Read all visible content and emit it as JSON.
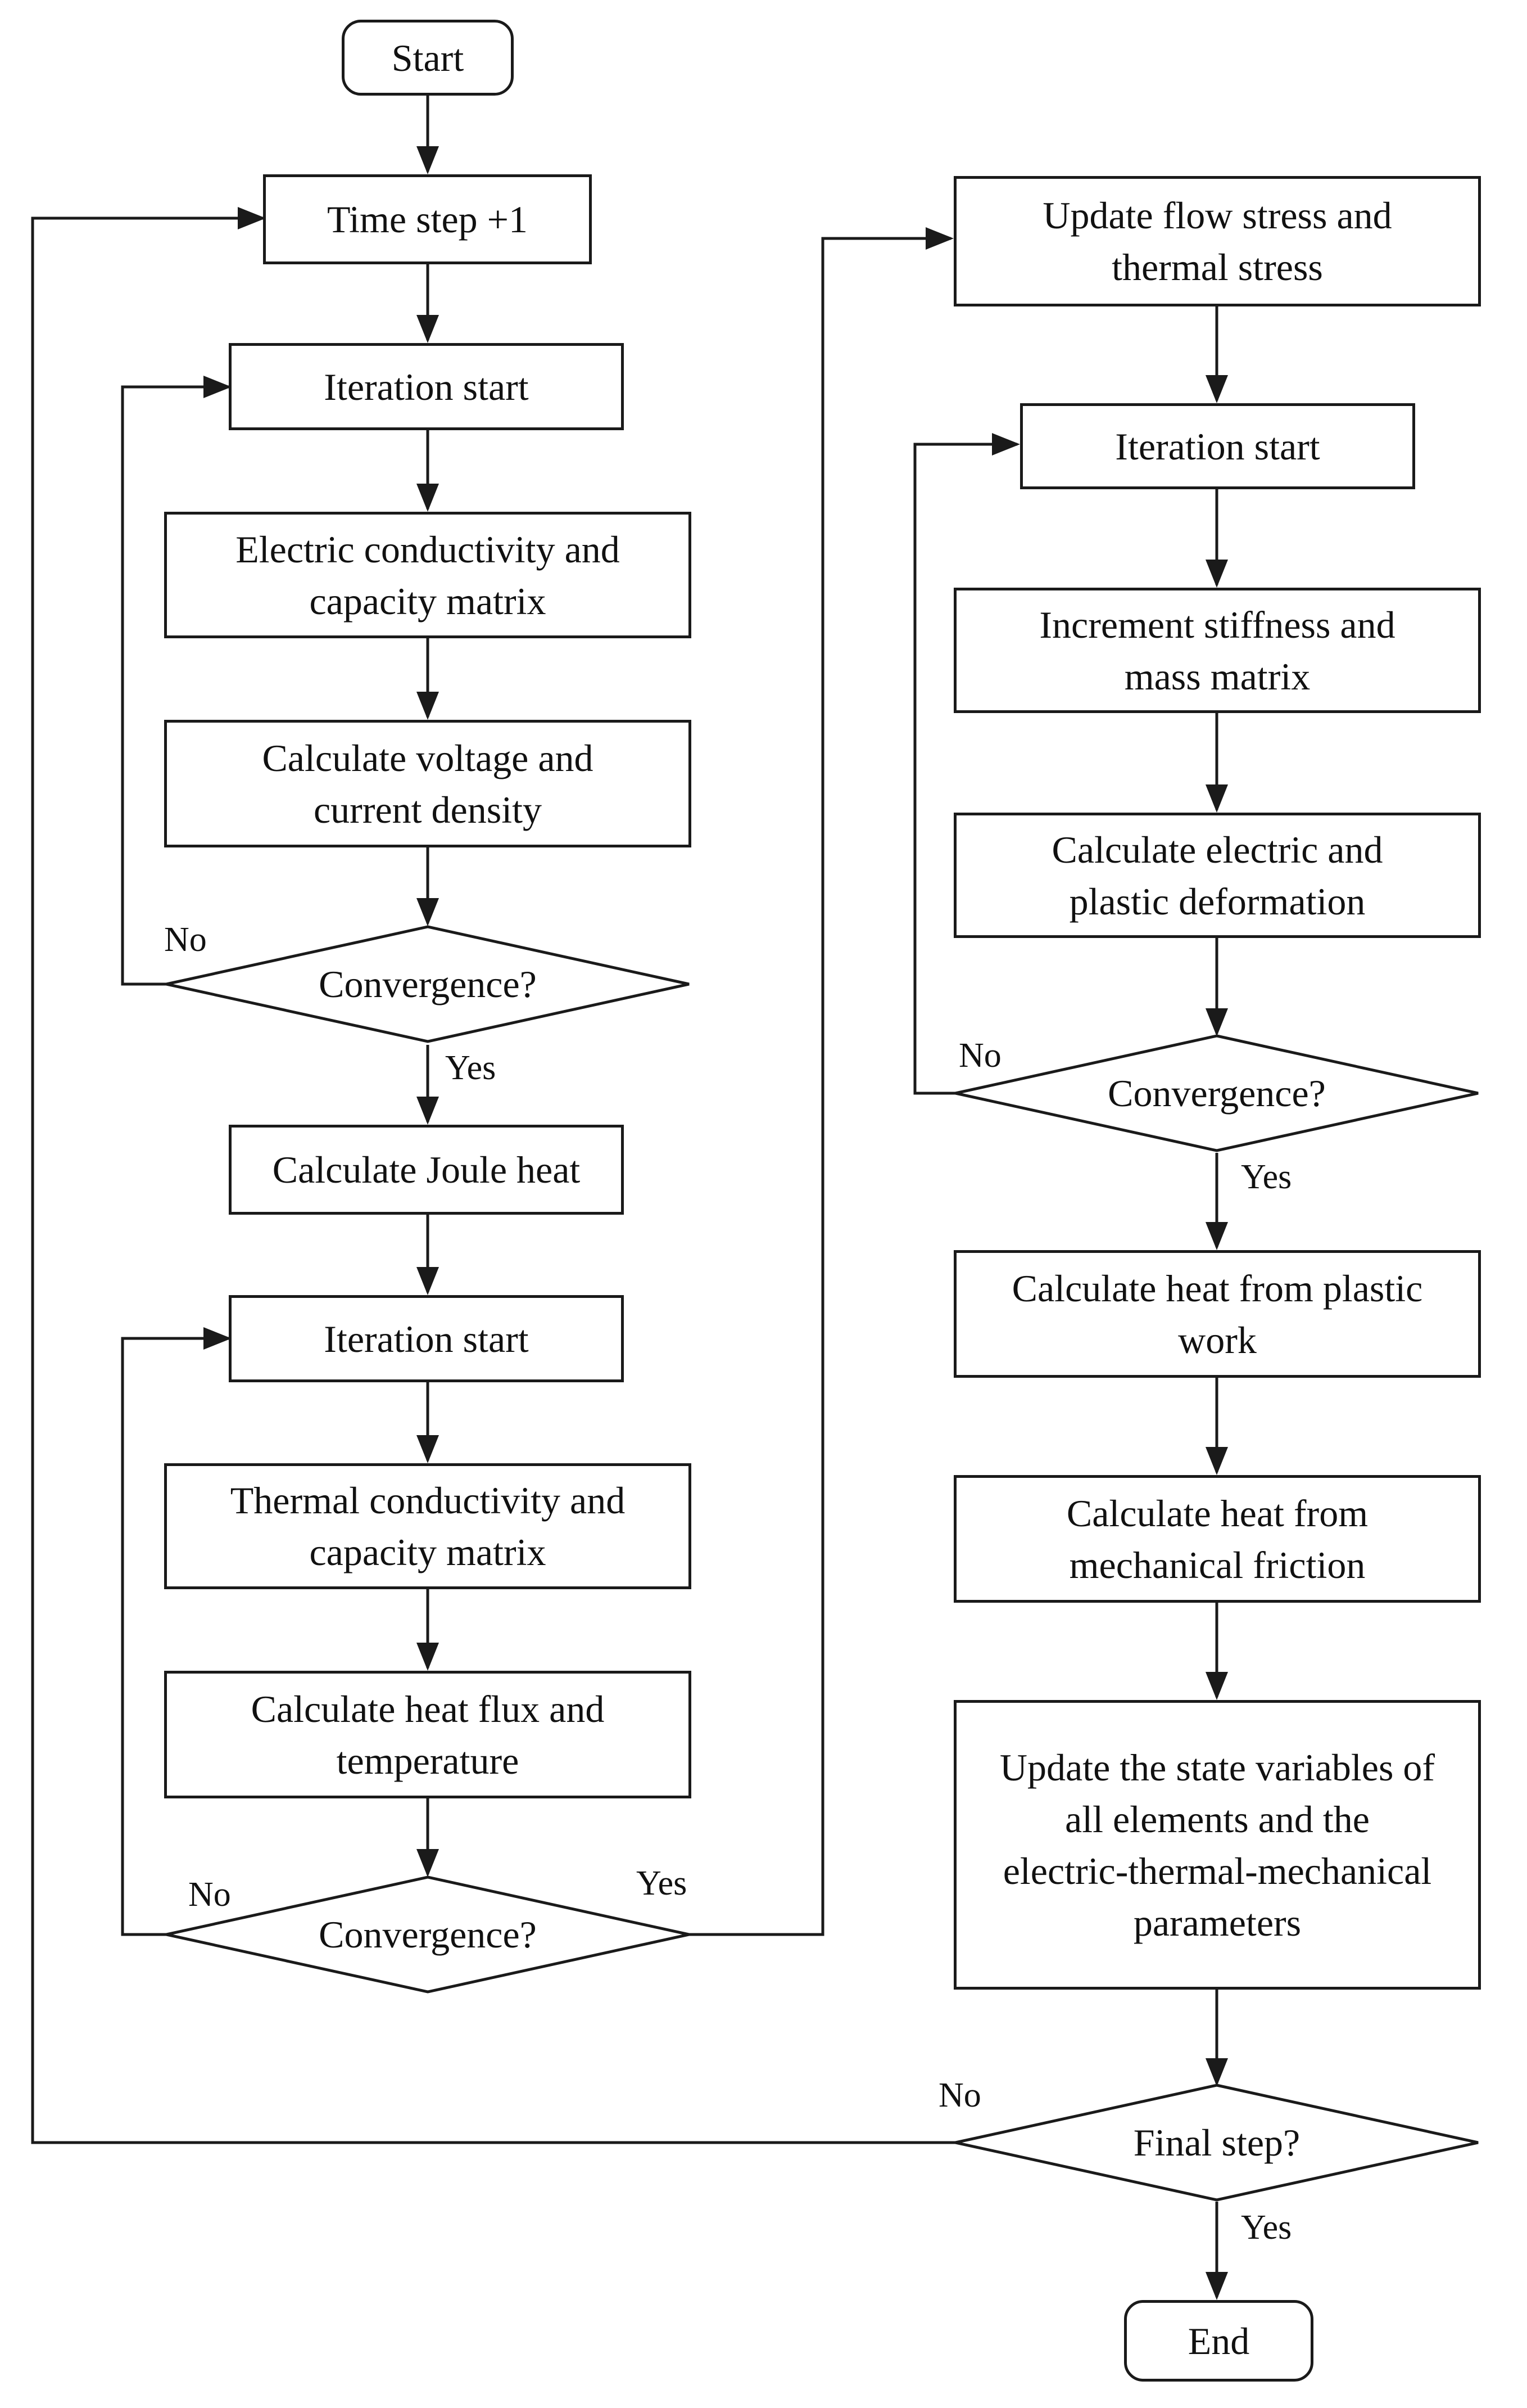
{
  "nodes": {
    "start": "Start",
    "time_step": "Time step +1",
    "iter1": "Iteration start",
    "elec_matrix": [
      "Electric conductivity and",
      "capacity matrix"
    ],
    "calc_voltage": [
      "Calculate voltage and",
      "current density"
    ],
    "conv1": "Convergence?",
    "joule": "Calculate Joule heat",
    "iter2": "Iteration start",
    "thermal_matrix": [
      "Thermal conductivity and",
      "capacity matrix"
    ],
    "calc_heat_flux": [
      "Calculate heat flux and",
      "temperature"
    ],
    "conv2": "Convergence?",
    "update_stress": [
      "Update flow stress and",
      "thermal stress"
    ],
    "iter3": "Iteration start",
    "stiffness": [
      "Increment stiffness and",
      "mass matrix"
    ],
    "calc_deform": [
      "Calculate electric and",
      "plastic deformation"
    ],
    "conv3": "Convergence?",
    "heat_plastic": [
      "Calculate heat from plastic",
      "work"
    ],
    "heat_friction": [
      "Calculate heat from",
      "mechanical friction"
    ],
    "update_state": [
      "Update the state variables of",
      "all elements and the",
      "electric-thermal-mechanical",
      "parameters"
    ],
    "final": "Final step?",
    "end": "End"
  },
  "edge_labels": {
    "conv1_no": "No",
    "conv1_yes": "Yes",
    "conv2_no": "No",
    "conv2_yes": "Yes",
    "conv3_no": "No",
    "conv3_yes": "Yes",
    "final_no": "No",
    "final_yes": "Yes"
  },
  "colors": {
    "stroke": "#1a1a1a",
    "text": "#111111",
    "background": "#ffffff"
  }
}
